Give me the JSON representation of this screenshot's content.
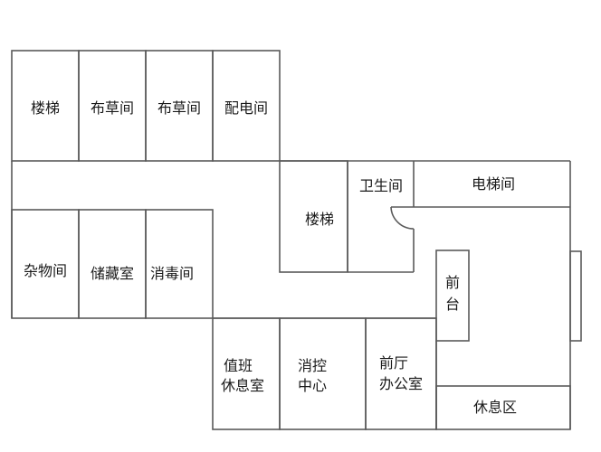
{
  "floor_plan": {
    "rooms": {
      "stairs_1": "楼梯",
      "linen_room_1": "布草间",
      "linen_room_2": "布草间",
      "power_room": "配电间",
      "sundries_room": "杂物间",
      "storage_room": "储藏室",
      "disinfection_room": "消毒间",
      "stairs_2": "楼梯",
      "restroom": "卫生间",
      "elevator_room": "电梯间",
      "reception_line1": "前",
      "reception_line2": "台",
      "duty_rest_line1": "值班",
      "duty_rest_line2": "休息室",
      "fire_control_line1": "消控",
      "fire_control_line2": "中心",
      "lobby_office_line1": "前厅",
      "lobby_office_line2": "办公室",
      "lounge": "休息区"
    },
    "colors": {
      "wall": "#5a5a5a",
      "text": "#1a1a1a",
      "background": "#ffffff"
    }
  }
}
